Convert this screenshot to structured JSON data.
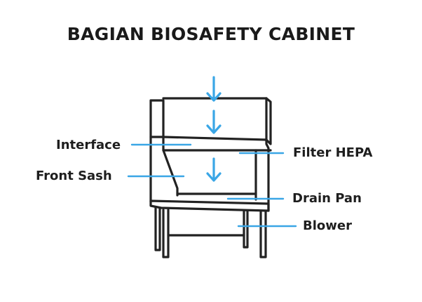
{
  "title": "BAGIAN BIOSAFETY CABINET",
  "labels": {
    "interface": "Interface",
    "front_sash": "Front Sash",
    "filter_hepa": "Filter HEPA",
    "drain_pan": "Drain Pan",
    "blower": "Blower"
  },
  "colors": {
    "outline": "#222222",
    "accent": "#3aa6e6",
    "text": "#1e1e1e"
  }
}
